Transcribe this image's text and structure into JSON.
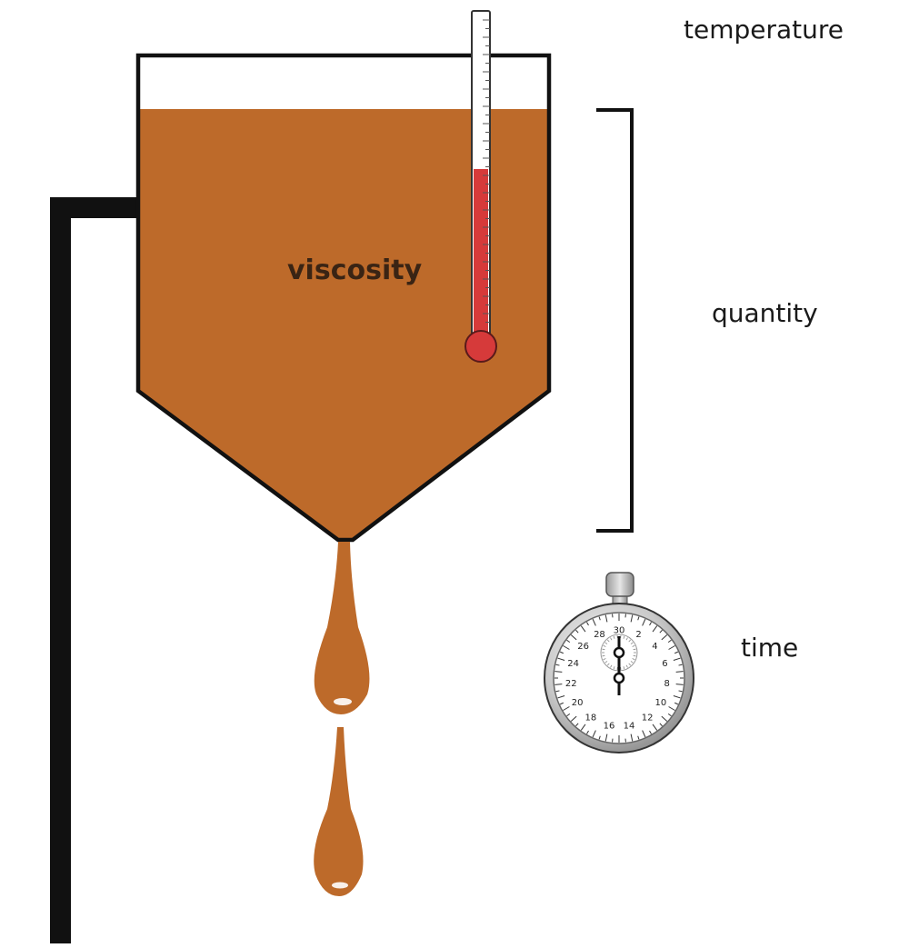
{
  "labels": {
    "temperature": "temperature",
    "quantity": "quantity",
    "time": "time",
    "viscosity": "viscosity"
  },
  "stopwatch": {
    "minute_numbers": [
      "30",
      "2",
      "4",
      "6",
      "8",
      "10",
      "12",
      "14",
      "16",
      "18",
      "20",
      "22",
      "24",
      "26",
      "28"
    ]
  },
  "colors": {
    "liquid": "#BD6A2A",
    "outline": "#111111",
    "mercury": "#D63A3A",
    "background": "#FFFFFF"
  }
}
